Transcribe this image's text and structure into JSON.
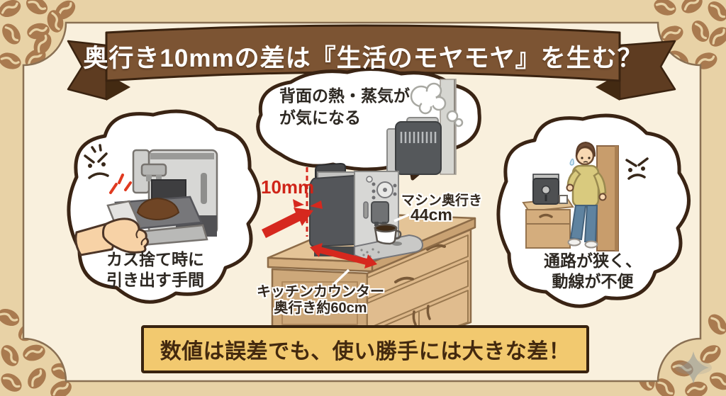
{
  "title": "奥行き10mmの差は『生活のモヤモヤ』を生む？",
  "bubbles": {
    "back_heat": {
      "line1": "背面の熱・蒸気が",
      "line2": "が気になる"
    },
    "grounds": {
      "line1": "カス捨て時に",
      "line2": "引き出す手間"
    },
    "aisle": {
      "line1": "通路が狭く、",
      "line2": "動線が不便"
    }
  },
  "annotations": {
    "gap": "10mm",
    "machine_depth": {
      "label": "マシン奥行き",
      "value": "44cm"
    },
    "counter_depth": {
      "label": "キッチンカウンター",
      "value": "奥行き約60cm"
    }
  },
  "footer": "数値は誤差でも、使い勝手には大きな差！",
  "icons": {
    "watermark": "sparkle-diamond",
    "corner_pattern": "coffee-beans"
  },
  "colors": {
    "background": "#e8d2a6",
    "panel": "#f9f0dd",
    "ribbon": "#7c5433",
    "ribbon_dark": "#5e3c21",
    "outline": "#3a2310",
    "accent_red": "#d6281e",
    "wood": "#ddb88a",
    "footer_bg": "#f2c96f",
    "text_dark": "#2d2822"
  }
}
